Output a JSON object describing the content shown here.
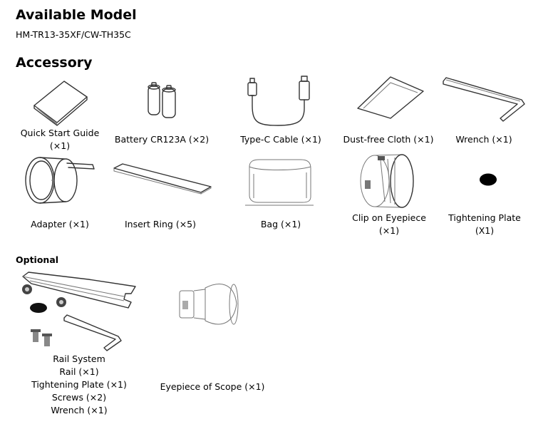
{
  "title": "Available Model",
  "model": "HM-TR13-35XF/CW-TH35C",
  "accessory_heading": "Accessory",
  "accessories": [
    {
      "lines": [
        "Quick Start Guide",
        "(×1)"
      ],
      "icon": "booklet-icon"
    },
    {
      "lines": [
        "Battery CR123A (×2)"
      ],
      "icon": "battery-icon"
    },
    {
      "lines": [
        "Type-C Cable (×1)"
      ],
      "icon": "usb-cable-icon"
    },
    {
      "lines": [
        "Dust-free Cloth (×1)"
      ],
      "icon": "cloth-icon"
    },
    {
      "lines": [
        "Wrench (×1)"
      ],
      "icon": "wrench-icon"
    },
    {
      "lines": [
        "Adapter (×1)"
      ],
      "icon": "adapter-icon"
    },
    {
      "lines": [
        "Insert Ring (×5)"
      ],
      "icon": "insert-ring-icon"
    },
    {
      "lines": [
        "Bag (×1)"
      ],
      "icon": "bag-icon"
    },
    {
      "lines": [
        "Clip on Eyepiece",
        "(×1)"
      ],
      "icon": "eyepiece-clip-icon"
    },
    {
      "lines": [
        "Tightening Plate",
        "(X1)"
      ],
      "icon": "tightening-plate-icon"
    }
  ],
  "optional_heading": "Optional",
  "optional": [
    {
      "lines": [
        "Rail System",
        "Rail (×1)",
        "Tightening Plate (×1)",
        "Screws (×2)",
        "Wrench (×1)"
      ],
      "icon": "rail-system-icon"
    },
    {
      "lines": [
        "Eyepiece of Scope (×1)"
      ],
      "icon": "scope-eyepiece-icon"
    }
  ]
}
